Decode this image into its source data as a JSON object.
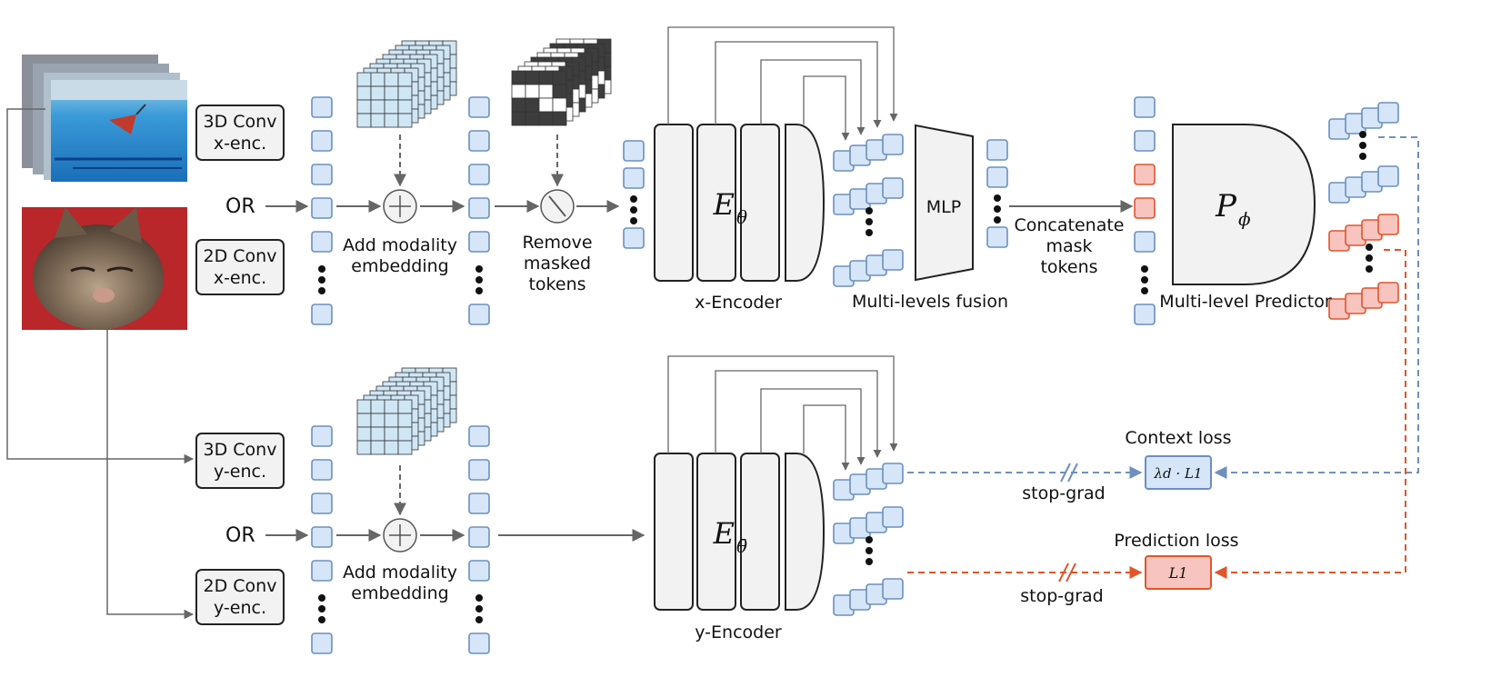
{
  "inputs": {
    "or": "OR"
  },
  "conv": {
    "x3d": [
      "3D Conv",
      "x-enc."
    ],
    "x2d": [
      "2D Conv",
      "x-enc."
    ],
    "y3d": [
      "3D Conv",
      "y-enc."
    ],
    "y2d": [
      "2D Conv",
      "y-enc."
    ]
  },
  "steps": {
    "add_modality": [
      "Add modality",
      "embedding"
    ],
    "remove_masked": [
      "Remove",
      "masked",
      "tokens"
    ],
    "concat_mask": [
      "Concatenate",
      "mask",
      "tokens"
    ],
    "mlp": "MLP"
  },
  "encoders": {
    "x_label": "x-Encoder",
    "x_symbol": "E",
    "x_sub": "θ",
    "y_label": "y-Encoder",
    "y_symbol": "E",
    "y_sub": "θ̄"
  },
  "fusion_label": "Multi-levels fusion",
  "predictor": {
    "label": "Multi-level Predictor",
    "symbol": "P",
    "sub": "ϕ"
  },
  "losses": {
    "context_title": "Context loss",
    "context_formula": "λd · L1",
    "prediction_title": "Prediction loss",
    "prediction_formula": "L1",
    "stop_grad": "stop-grad"
  },
  "colors": {
    "token_fill": "#d6e6f8",
    "token_stroke": "#6b8fbf",
    "mask_fill": "#f8c4c0",
    "mask_stroke": "#e0552a",
    "gray_arrow": "#666666",
    "blue_dash": "#6f8fbf",
    "orange_dash": "#e0552a",
    "block_fill": "#f2f2f2"
  }
}
